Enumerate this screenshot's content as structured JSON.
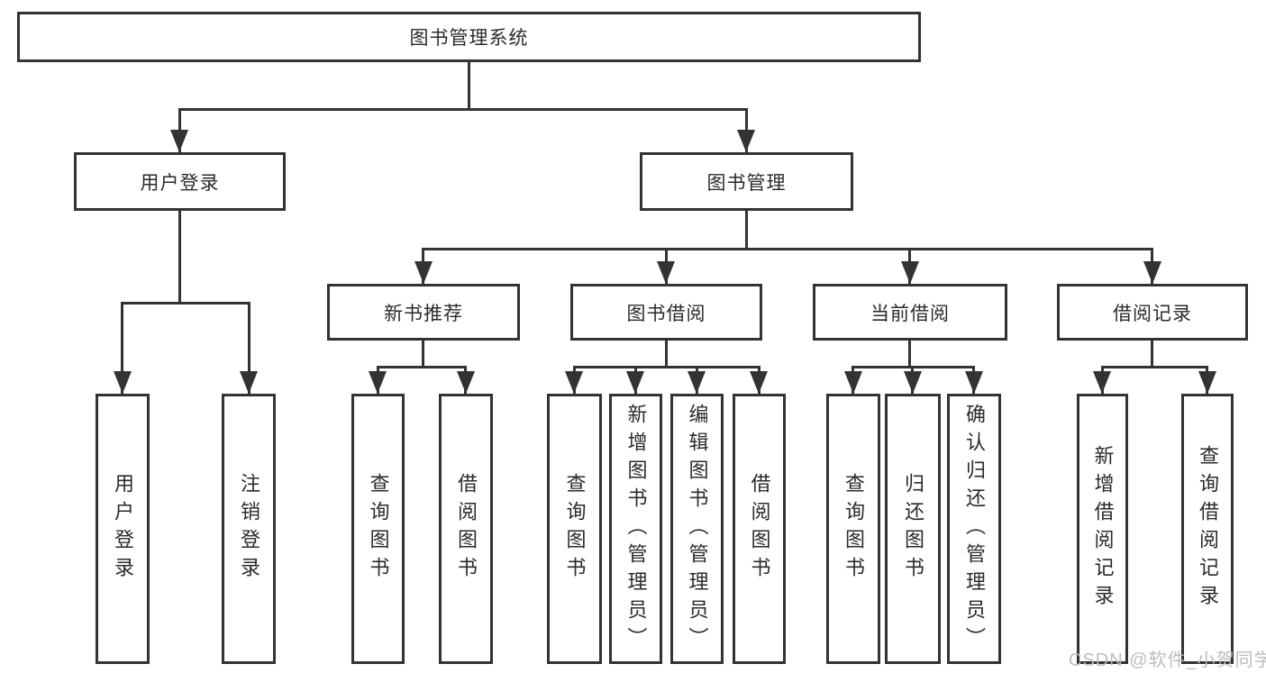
{
  "diagram_type": "hierarchy-tree",
  "tree": {
    "label": "图书管理系统",
    "children": [
      {
        "label": "用户登录",
        "children": [
          {
            "label": "用户登录"
          },
          {
            "label": "注销登录"
          }
        ]
      },
      {
        "label": "图书管理",
        "children": [
          {
            "label": "新书推荐",
            "children": [
              {
                "label": "查询图书"
              },
              {
                "label": "借阅图书"
              }
            ]
          },
          {
            "label": "图书借阅",
            "children": [
              {
                "label": "查询图书"
              },
              {
                "label": "新增图书（管理员）"
              },
              {
                "label": "编辑图书（管理员）"
              },
              {
                "label": "借阅图书"
              }
            ]
          },
          {
            "label": "当前借阅",
            "children": [
              {
                "label": "查询图书"
              },
              {
                "label": "归还图书"
              },
              {
                "label": "确认归还（管理员）"
              }
            ]
          },
          {
            "label": "借阅记录",
            "children": [
              {
                "label": "新增借阅记录"
              },
              {
                "label": "查询借阅记录"
              }
            ]
          }
        ]
      }
    ]
  },
  "watermark": "CSDN @软件_小贺同学",
  "colors": {
    "line": "#333333",
    "box_border": "#333333",
    "text": "#2b2b2b",
    "watermark": "#b9b9b9",
    "background": "#ffffff"
  }
}
